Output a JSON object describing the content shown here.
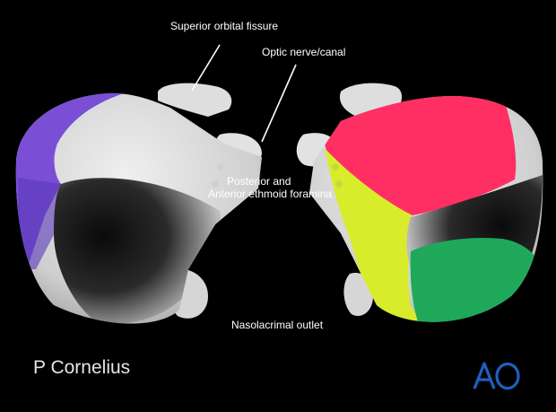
{
  "labels": {
    "superior_orbital_fissure": "Superior orbital fissure",
    "optic_nerve_canal": "Optic nerve/canal",
    "ethmoid_line1": "Posterior and",
    "ethmoid_line2": "Anterior ethmoid foramina",
    "nasolacrimal_outlet": "Nasolacrimal outlet"
  },
  "credit": "P Cornelius",
  "logo": {
    "text": "AO",
    "icon": "ao-logo-icon",
    "color": "#1f5fbf"
  },
  "colors": {
    "background": "#000000",
    "bone": "#dcdcdc",
    "purple": "#7a4fd6",
    "red": "#ff2f63",
    "yellow": "#d8ec2c",
    "green": "#1fa85a"
  }
}
